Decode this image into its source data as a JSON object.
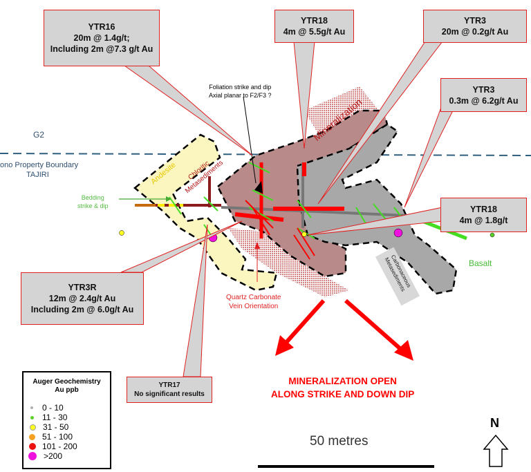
{
  "callouts": [
    {
      "id": "YTR16",
      "lines": [
        "YTR16",
        "20m @ 1.4g/t;",
        "Including 2m @7.3 g/t Au"
      ]
    },
    {
      "id": "YTR18a",
      "lines": [
        "YTR18",
        "4m @ 5.5g/t Au"
      ]
    },
    {
      "id": "YTR3a",
      "lines": [
        "YTR3",
        "20m @ 0.2g/t Au"
      ]
    },
    {
      "id": "YTR3b",
      "lines": [
        "YTR3",
        "0.3m @ 6.2g/t Au"
      ]
    },
    {
      "id": "YTR18b",
      "lines": [
        "YTR18",
        "4m @ 1.8g/t"
      ]
    },
    {
      "id": "YTR3R",
      "lines": [
        "YTR3R",
        "12m @ 2.4g/t Au",
        "Including 2m @ 6.0g/t Au"
      ]
    },
    {
      "id": "YTR17",
      "lines": [
        "YTR17",
        "No significant results"
      ]
    }
  ],
  "labels": {
    "g2": "G2",
    "boundary": "ono Property Boundary",
    "tajiri": "TAJIRI",
    "bedding": [
      "Bedding",
      "strike & dip"
    ],
    "foliation": [
      "Foliation strike and dip",
      "Axial planar to F2/F3 ?"
    ],
    "andesite": "Andesite",
    "chloritic": [
      "Chloritic",
      "Metasediments"
    ],
    "mineralization": "Mineralization",
    "carbonaceous": [
      "Carbonaceous",
      "Metasediments"
    ],
    "basalt": "Basalt",
    "vein": [
      "Quartz Carbonate",
      "Vein Orientation"
    ],
    "open": [
      "MINERALIZATION OPEN",
      "ALONG STRIKE AND DOWN DIP"
    ],
    "scale": "50 metres",
    "north": "N"
  },
  "legend": {
    "title": [
      "Auger Geochemistry",
      "Au ppb"
    ],
    "items": [
      {
        "range": "0 - 10",
        "color": "#b0b0b0"
      },
      {
        "range": "11 - 30",
        "color": "#5ad22a"
      },
      {
        "range": "31 - 50",
        "color": "#ffff20"
      },
      {
        "range": "51 - 100",
        "color": "#f5a020"
      },
      {
        "range": "101 - 200",
        "color": "#ee1111"
      },
      {
        "range": ">200",
        "color": "#ee10dd"
      }
    ]
  },
  "colors": {
    "callout_fill": "#d4d4d4",
    "callout_border": "#e02020",
    "mineralization": "#b88a8a",
    "andesite": "#fbf6c0",
    "carbonaceous": "#a8a8a8",
    "trench_high": "#ff0000",
    "structure": "#44dd22"
  }
}
